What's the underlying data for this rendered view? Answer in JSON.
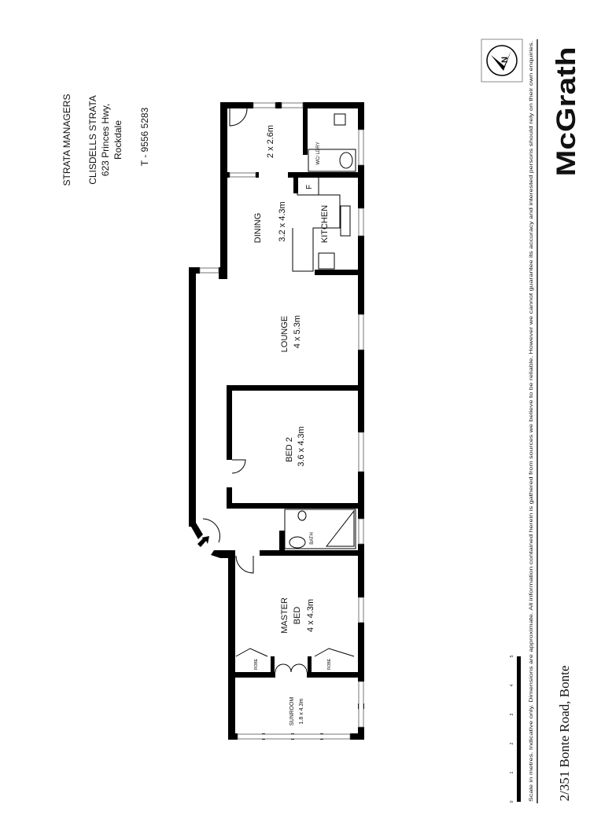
{
  "strata": {
    "heading": "STRATA MANAGERS",
    "company": "CLISDELLS STRATA",
    "street": "623 Princes Hwy,",
    "suburb": "Rockdale",
    "phone": "T - 9556 5283"
  },
  "rooms": {
    "entry_room": {
      "dims": "2 x 2.6m"
    },
    "wc_laundry": {
      "name": "WC/ LDRY"
    },
    "dining": {
      "name": "DINING",
      "dims": "3.2 x 4.3m"
    },
    "kitchen": {
      "name": "KITCHEN",
      "fridge": "F"
    },
    "lounge": {
      "name": "LOUNGE",
      "dims": "4 x 5.3m"
    },
    "bed2": {
      "name": "BED 2",
      "dims": "3.6 x 4.3m"
    },
    "bath": {
      "name": "BATH"
    },
    "master": {
      "name1": "MASTER",
      "name2": "BED",
      "dims": "4 x 4.3m"
    },
    "robe": {
      "name": "ROBE"
    },
    "sunroom": {
      "name": "SUNROOM",
      "dims": "1.8 x 4.3m"
    }
  },
  "scale": {
    "ticks": [
      "0",
      "1",
      "2",
      "3",
      "4",
      "5"
    ]
  },
  "disclaimer": "Scale in metres. Indicative only. Dimensions are approximate. All information contained herein is gathered from sources we believe to be reliable. However we cannot guarantee its accuracy and interested persons should rely on their own enquiries.",
  "address": "2/351 Bonte Road, Bonte",
  "brand": {
    "logo": "McGrath",
    "compass_letter": "N"
  },
  "icons": {
    "compass": "north-arrow-icon",
    "entry": "entry-arrow-icon"
  }
}
